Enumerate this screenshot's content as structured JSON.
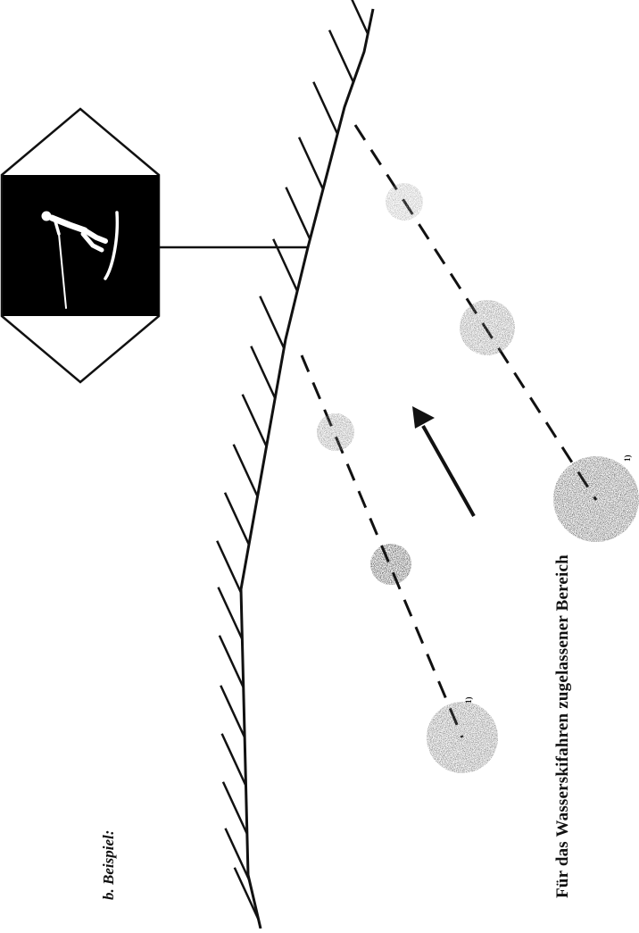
{
  "heading": "b. Beispiel:",
  "caption": "Für das Wasserskifahren zugelassener Bereich",
  "footnote_marker": "1)",
  "sign": {
    "icon": "water-skier-icon",
    "panel_color": "#000000",
    "figure_color": "#ffffff"
  },
  "colors": {
    "ink": "#111111",
    "buoy_dark": "#2a2a2a",
    "buoy_mid": "#5a5a5a",
    "buoy_light": "#9a9a9a"
  }
}
